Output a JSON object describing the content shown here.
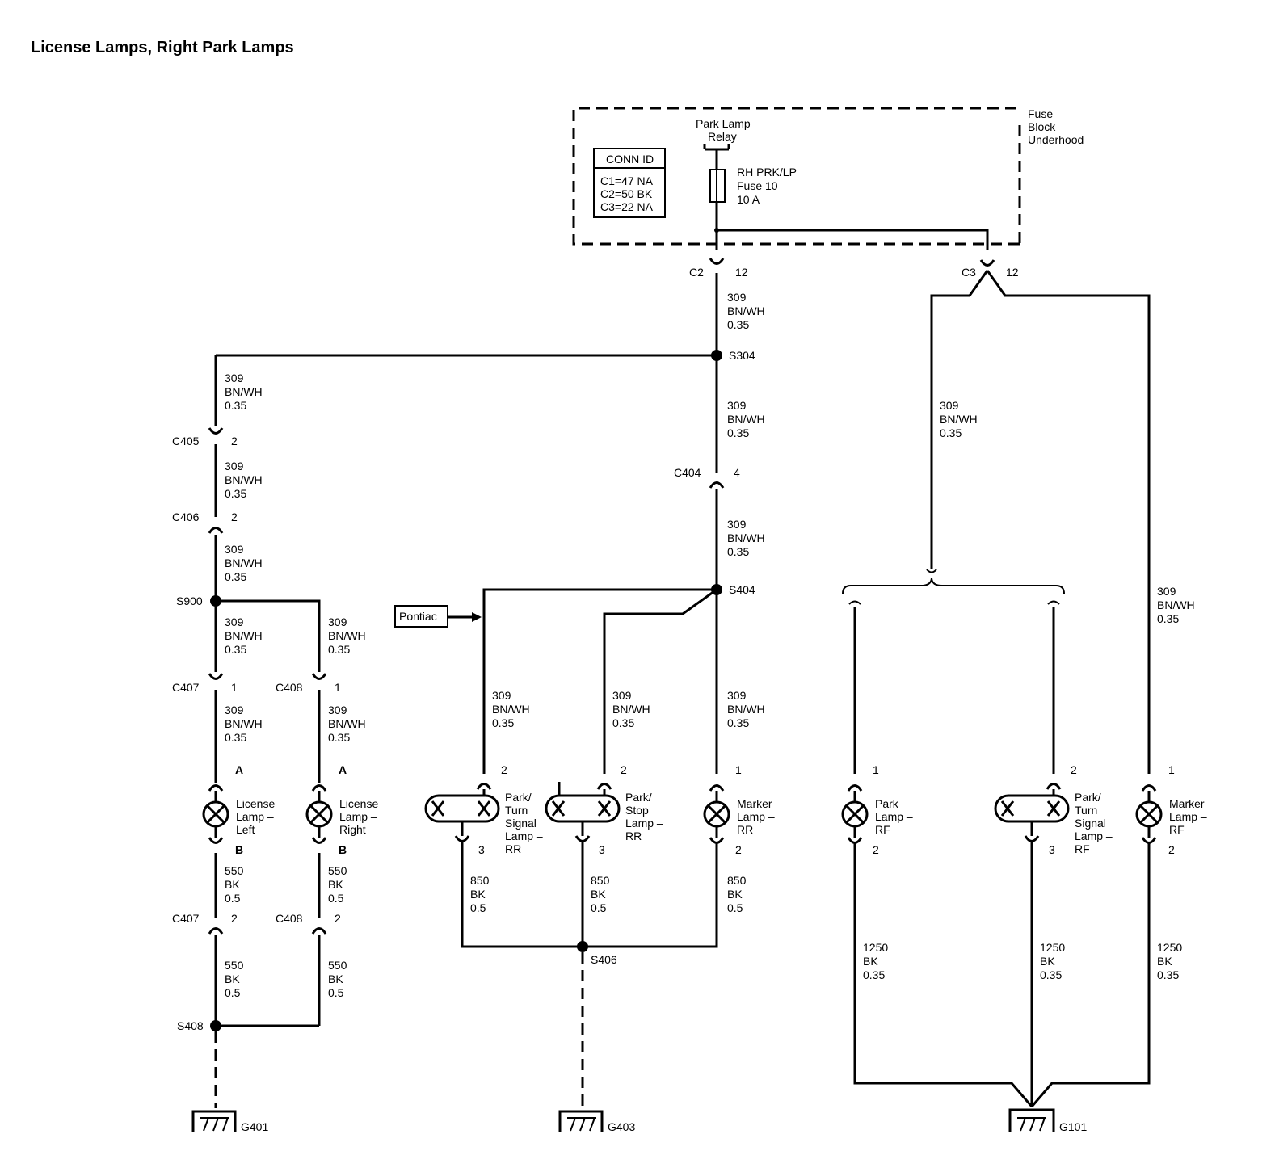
{
  "title": "License Lamps, Right Park Lamps",
  "fuse_block": {
    "name": [
      "Fuse",
      "Block –",
      "Underhood"
    ],
    "relay": [
      "Park Lamp",
      "Relay"
    ],
    "fuse": [
      "RH PRK/LP",
      "Fuse 10",
      "10 A"
    ],
    "conn_id": {
      "header": "CONN ID",
      "rows": [
        "C1=47 NA",
        "C2=50 BK",
        "C3=22 NA"
      ]
    }
  },
  "connectors": {
    "c2": {
      "id": "C2",
      "pin": "12"
    },
    "c3": {
      "id": "C3",
      "pin": "12"
    },
    "c405": {
      "id": "C405",
      "pin": "2"
    },
    "c406": {
      "id": "C406",
      "pin": "2"
    },
    "c404": {
      "id": "C404",
      "pin": "4"
    },
    "c407a": {
      "id": "C407",
      "pin": "1"
    },
    "c408a": {
      "id": "C408",
      "pin": "1"
    },
    "c407b": {
      "id": "C407",
      "pin": "2"
    },
    "c408b": {
      "id": "C408",
      "pin": "2"
    }
  },
  "splices": {
    "s304": "S304",
    "s404": "S404",
    "s900": "S900",
    "s406": "S406",
    "s408": "S408"
  },
  "wires": {
    "w309": [
      "309",
      "BN/WH",
      "0.35"
    ],
    "w550": [
      "550",
      "BK",
      "0.5"
    ],
    "w850": [
      "850",
      "BK",
      "0.5"
    ],
    "w1250": [
      "1250",
      "BK",
      "0.35"
    ]
  },
  "option_label": "Pontiac",
  "lamps": {
    "lic_left": {
      "name": [
        "License",
        "Lamp –",
        "Left"
      ],
      "pin_in": "A",
      "pin_out": "B"
    },
    "lic_right": {
      "name": [
        "License",
        "Lamp –",
        "Right"
      ],
      "pin_in": "A",
      "pin_out": "B"
    },
    "turn_rr": {
      "name": [
        "Park/",
        "Turn",
        "Signal",
        "Lamp –",
        "RR"
      ],
      "pin_in": "2",
      "pin_out": "3"
    },
    "stop_rr": {
      "name": [
        "Park/",
        "Stop",
        "Lamp –",
        "RR"
      ],
      "pin_in": "2",
      "pin_out": "3"
    },
    "marker_rr": {
      "name": [
        "Marker",
        "Lamp –",
        "RR"
      ],
      "pin_in": "1",
      "pin_out": "2"
    },
    "park_rf": {
      "name": [
        "Park",
        "Lamp –",
        "RF"
      ],
      "pin_in": "1",
      "pin_out": "2"
    },
    "turn_rf": {
      "name": [
        "Park/",
        "Turn",
        "Signal",
        "Lamp –",
        "RF"
      ],
      "pin_in": "2",
      "pin_out": "3"
    },
    "marker_rf": {
      "name": [
        "Marker",
        "Lamp –",
        "RF"
      ],
      "pin_in": "1",
      "pin_out": "2"
    }
  },
  "grounds": {
    "g401": "G401",
    "g403": "G403",
    "g101": "G101"
  }
}
